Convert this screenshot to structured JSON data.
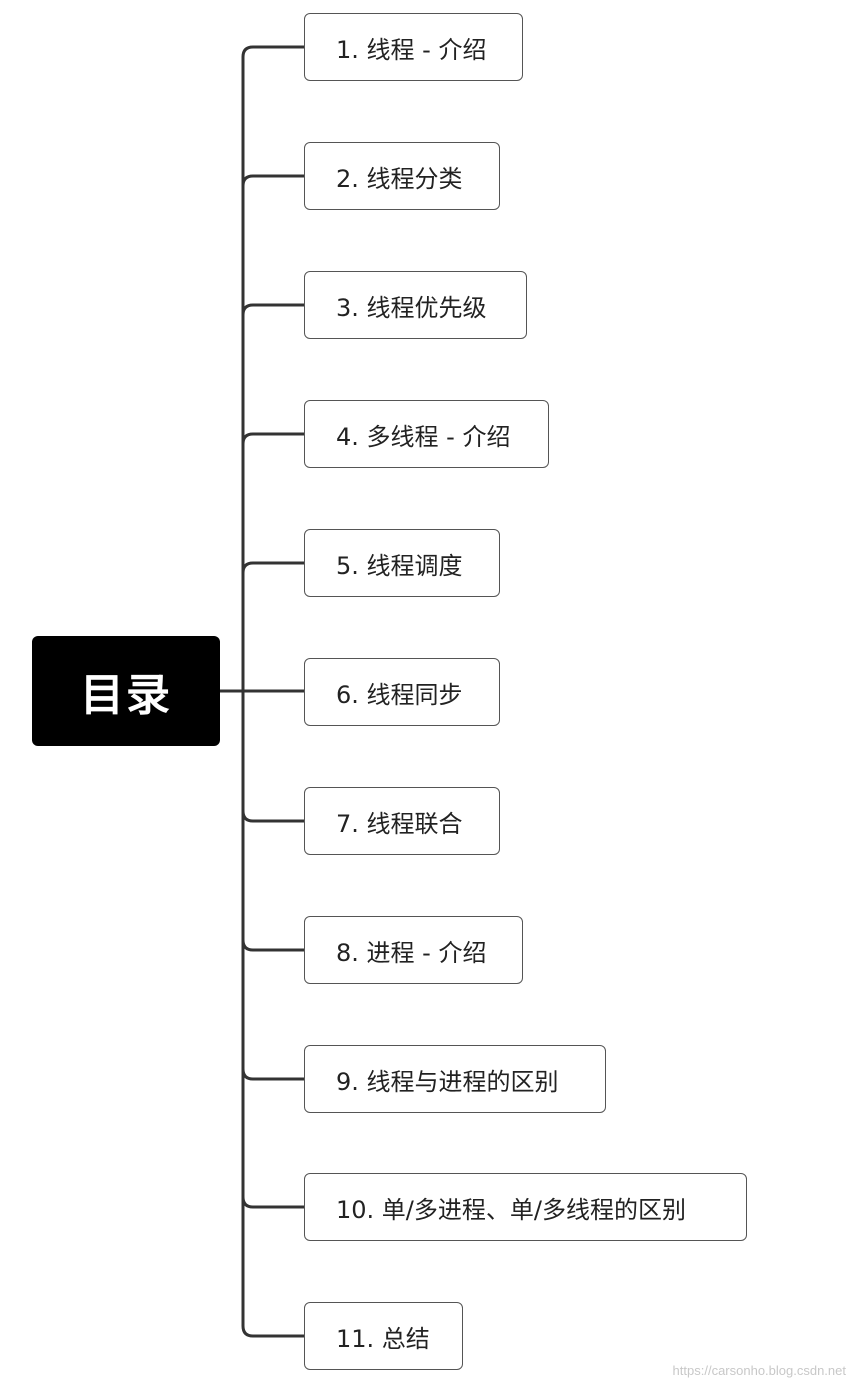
{
  "root": {
    "label": "目录"
  },
  "children": [
    {
      "label": "1. 线程 - 介绍"
    },
    {
      "label": "2. 线程分类"
    },
    {
      "label": "3. 线程优先级"
    },
    {
      "label": "4. 多线程 - 介绍"
    },
    {
      "label": "5. 线程调度"
    },
    {
      "label": "6. 线程同步"
    },
    {
      "label": "7. 线程联合"
    },
    {
      "label": "8. 进程 - 介绍"
    },
    {
      "label": "9. 线程与进程的区别"
    },
    {
      "label": "10. 单/多进程、单/多线程的区别"
    },
    {
      "label": "11. 总结"
    }
  ],
  "watermark": "https://carsonho.blog.csdn.net",
  "colors": {
    "root_bg": "#000000",
    "root_text": "#ffffff",
    "connector": "#333333",
    "node_border": "#555555",
    "node_text": "#222222"
  }
}
